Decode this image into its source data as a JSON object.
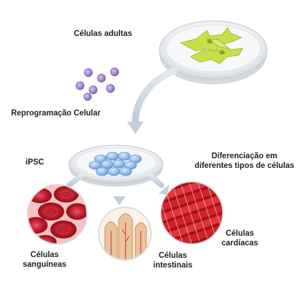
{
  "labels": {
    "adult_cells": "Células adultas",
    "reprogramming": "Reprogramação Celular",
    "ipsc": "iPSC",
    "differentiation_line1": "Diferenciação em",
    "differentiation_line2": "diferentes tipos de células",
    "blood_line1": "Células",
    "blood_line2": "sanguíneas",
    "intestinal_line1": "Células",
    "intestinal_line2": "intestinais",
    "cardiac_line1": "Células",
    "cardiac_line2": "cardíacas"
  },
  "colors": {
    "dish": "#d9dde1",
    "arrow": "#c9d4de",
    "adult_cell": "#c7e04a",
    "reprogramming_factor": "#9a78c4",
    "stem_cell": "#8cb7e6",
    "red_blood_cell": "#c91f2b",
    "cardiac_muscle": "#d21f26",
    "intestinal_villi": "#e9c39a"
  }
}
